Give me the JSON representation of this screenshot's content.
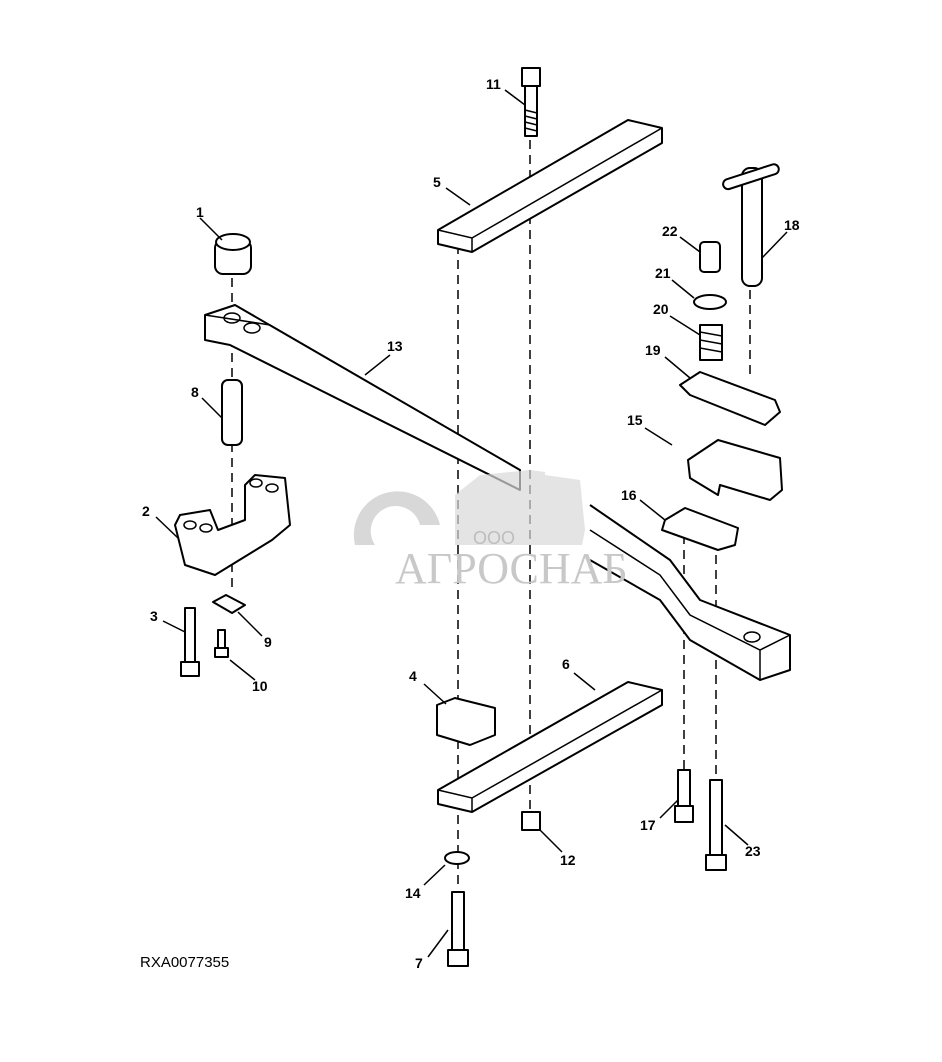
{
  "diagram": {
    "code": "RXA0077355",
    "callouts": [
      "1",
      "2",
      "3",
      "4",
      "5",
      "6",
      "7",
      "8",
      "9",
      "10",
      "11",
      "12",
      "13",
      "14",
      "15",
      "16",
      "17",
      "18",
      "19",
      "20",
      "21",
      "22",
      "23"
    ]
  },
  "watermark": {
    "prefix": "ООО",
    "name": "АГРОСНАБ"
  }
}
